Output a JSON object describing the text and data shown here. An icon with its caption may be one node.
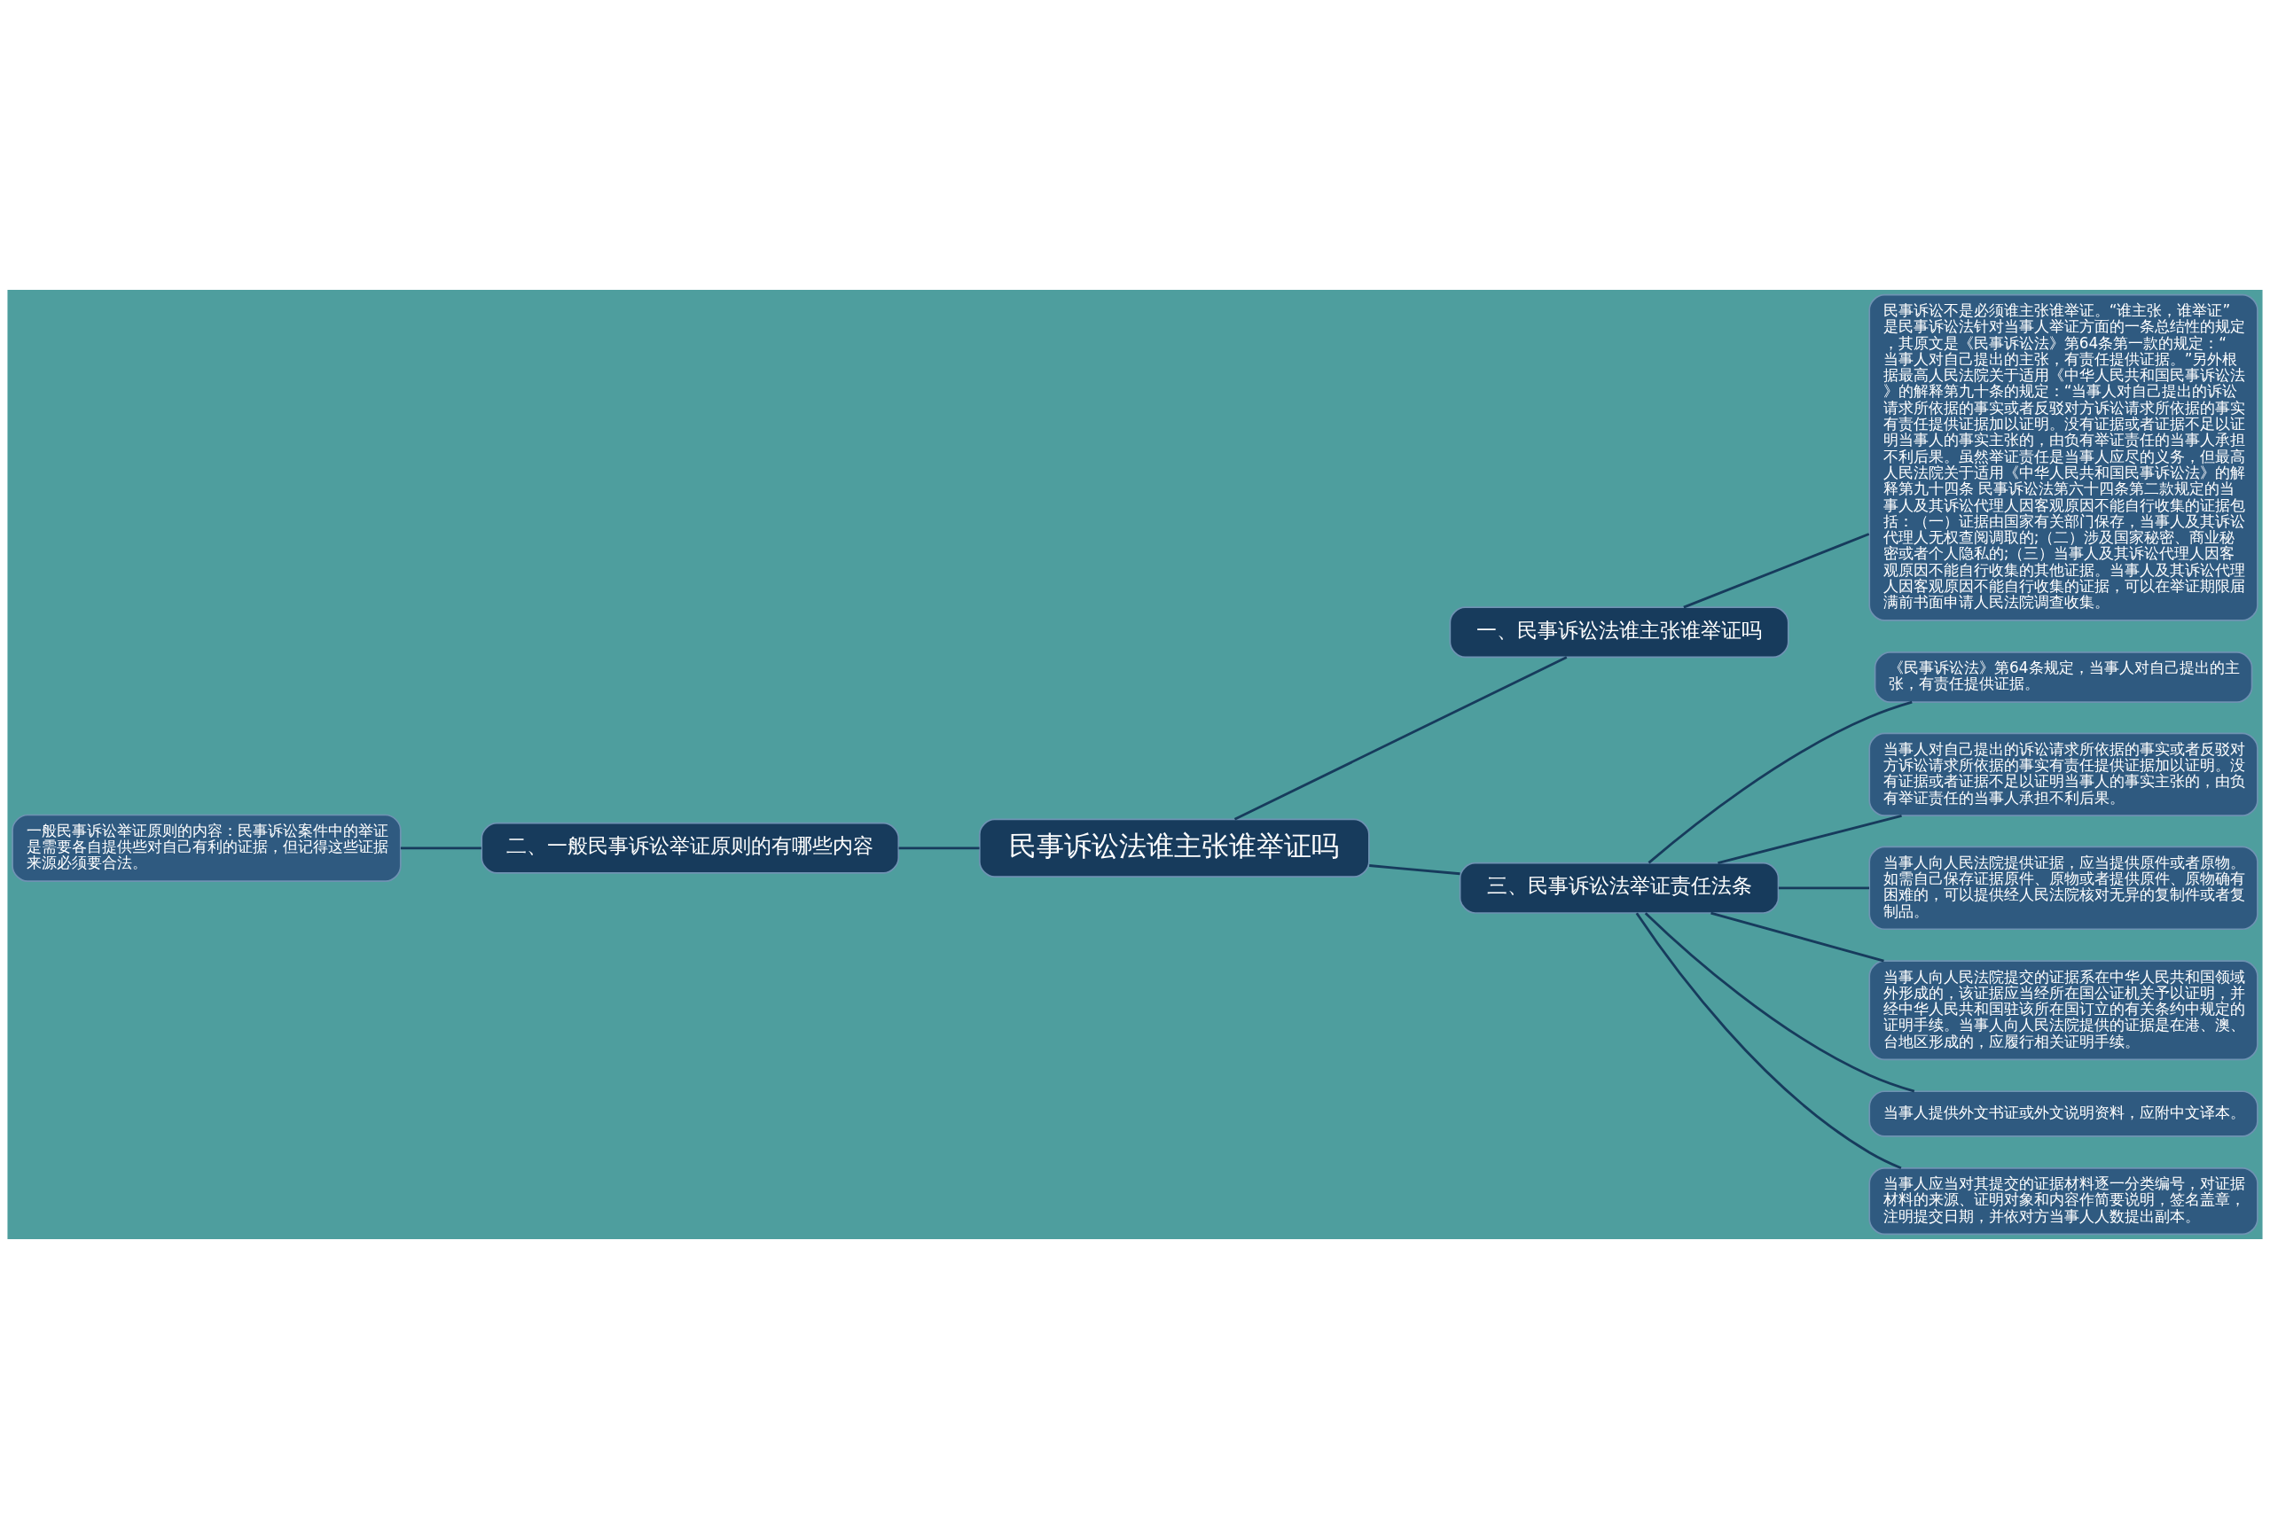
{
  "diagram": {
    "nodes": [
      {
        "text": [
          "民事诉讼法谁主张谁举证吗"
        ]
      },
      {
        "text": [
          "一、民事诉讼法谁主张谁举证吗"
        ]
      },
      {
        "text": [
          "民事诉讼不是必须谁主张谁举证。“谁主张，谁举证”是民事诉讼法针对当事人举证方面的一条总结性的规定，其原文是《民事诉讼法》第64条第一款的规定：“当事人对自己提出的主张，有责任提供证据。”另外根据最高人民法院关于适用《中华人民共和国民事诉讼法》的解释第九十条的规定：“当事人对自己提出的诉讼请求所依据的事实或者反驳对方诉讼请求所依据的事实有责任提供证据加以证明。没有证据或者证据不足以证明当事人的事实主张的，由负有举证责任的当事人承担不利后果。虽然举证责任是当事人应尽的义务，但最高人民法院关于适用《中华人民共和国民事诉讼法》的解释第九十四条 民事诉讼法第六十四条第二款规定的当事人及其诉讼代理人因客观原因不能自行收集的证据包括：（一）证据由国家有关部门保存，当事人及其诉讼代理人无权查阅调取的;（二）涉及国家秘密、商业秘密或者个人隐私的;（三）当事人及其诉讼代理人因客观原因不能自行收集的其他证据。当事人及其诉讼代理人因客观原因不能自行收集的证据，可以在举证期限届满前书面申请人民法院调查收集。"
        ]
      },
      {
        "text": [
          "二、一般民事诉讼举证原则的有哪些内容"
        ]
      },
      {
        "text": [
          "一般民事诉讼举证原则的内容：民事诉讼案件中的举证是需要各自提供些对自己有利的证据，但记得这些证据来源必须要合法。"
        ]
      },
      {
        "text": [
          "三、民事诉讼法举证责任法条"
        ]
      },
      {
        "text": [
          "《民事诉讼法》第64条规定，当事人对自己提出的主张，有责任提供证据。"
        ]
      },
      {
        "text": [
          "当事人对自己提出的诉讼请求所依据的事实或者反驳对方诉讼请求所依据的事实有责任提供证据加以证明。没有证据或者证据不足以证明当事人的事实主张的，由负有举证责任的当事人承担不利后果。"
        ]
      },
      {
        "text": [
          "当事人向人民法院提供证据，应当提供原件或者原物。如需自己保存证据原件、原物或者提供原件、原物确有困难的，可以提供经人民法院核对无异的复制件或者复制品。"
        ]
      },
      {
        "text": [
          "当事人向人民法院提交的证据系在中华人民共和国领域外形成的，该证据应当经所在国公证机关予以证明，并经中华人民共和国驻该所在国订立的有关条约中规定的证明手续。当事人向人民法院提供的证据是在港、澳、台地区形成的，应履行相关证明手续。"
        ]
      },
      {
        "text": [
          "当事人提供外文书证或外文说明资料，应附中文译本。"
        ]
      },
      {
        "text": [
          "当事人应当对其提交的证据材料逐一分类编号，对证据材料的来源、证明对象和内容作简要说明，签名盖章，注明提交日期，并依对方当事人人数提出副本。"
        ]
      }
    ],
    "edges": [
      {
        "from": 0,
        "to": 1,
        "arrow": "none"
      },
      {
        "from": 1,
        "to": 2,
        "arrow": "none"
      },
      {
        "from": 0,
        "to": 3,
        "arrow": "none"
      },
      {
        "from": 3,
        "to": 4,
        "arrow": "none"
      },
      {
        "from": 0,
        "to": 5,
        "arrow": "none"
      },
      {
        "from": 5,
        "to": 6,
        "arrow": "none"
      },
      {
        "from": 5,
        "to": 7,
        "arrow": "none"
      },
      {
        "from": 5,
        "to": 8,
        "arrow": "none"
      },
      {
        "from": 5,
        "to": 9,
        "arrow": "none"
      },
      {
        "from": 5,
        "to": 10,
        "arrow": "none"
      },
      {
        "from": 5,
        "to": 11,
        "arrow": "none"
      }
    ]
  }
}
